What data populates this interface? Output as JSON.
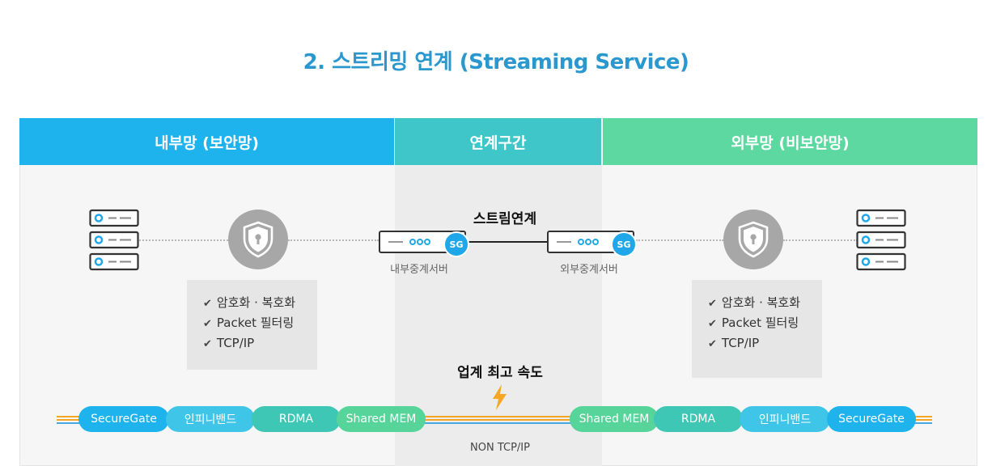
{
  "title": "2. 스트리밍 연계 (Streaming Service)",
  "headers": {
    "internal": "내부망 (보안망)",
    "middle": "연계구간",
    "external": "외부망 (비보안망)"
  },
  "stream_label": "스트림연계",
  "relay_servers": {
    "internal": {
      "label": "내부중계서버",
      "badge": "SG"
    },
    "external": {
      "label": "외부중계서버",
      "badge": "SG"
    }
  },
  "features": [
    "암호화 · 복호화",
    "Packet 필터링",
    "TCP/IP"
  ],
  "speed_label": "업계 최고 속도",
  "non_tcp_label": "NON TCP/IP",
  "left_pills": [
    "SecureGate",
    "인피니밴드",
    "RDMA",
    "Shared MEM"
  ],
  "right_pills": [
    "Shared MEM",
    "RDMA",
    "인피니밴드",
    "SecureGate"
  ],
  "colors": {
    "title": "#2a98cf",
    "internal": "#1fb3ee",
    "middle": "#3ec6c8",
    "external": "#5ed8a1",
    "shield": "#a7a7a7",
    "bolt": "#f5a623",
    "line_orange": "#f5a623",
    "line_blue": "#4aa8e0"
  },
  "icons": [
    "server-rack-icon",
    "shield-lock-icon",
    "lightning-bolt-icon",
    "checkmark-icon"
  ]
}
